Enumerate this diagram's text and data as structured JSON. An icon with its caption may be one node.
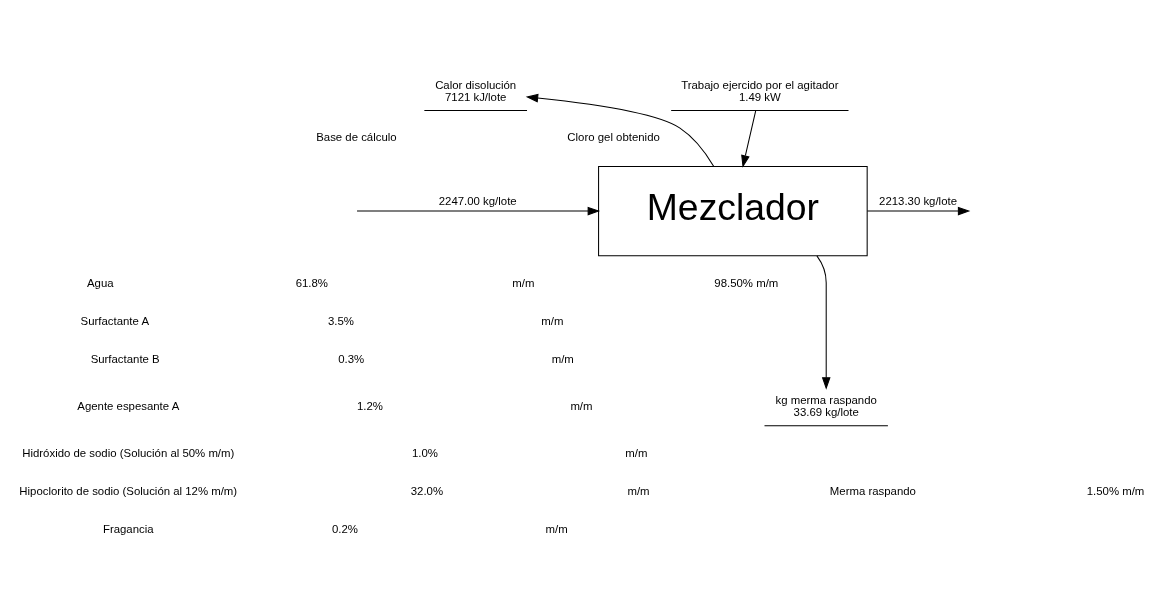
{
  "diagram": {
    "nodes": [
      {
        "text": [
          "Mezclador"
        ]
      },
      {
        "text": [
          "Calor disolución",
          "7121 kJ/lote"
        ]
      },
      {
        "text": [
          "Trabajo ejercido por el agitador",
          "1.49 kW"
        ]
      },
      {
        "text": [
          "kg merma raspando",
          "33.69 kg/lote"
        ]
      }
    ],
    "edges": [
      {
        "from": null,
        "to": 0,
        "arrow": "to",
        "label": "2247.00 kg/lote"
      },
      {
        "from": 0,
        "to": 1,
        "arrow": "to"
      },
      {
        "from": 2,
        "to": 0,
        "arrow": "to"
      },
      {
        "from": 0,
        "to": null,
        "arrow": "to",
        "label": "2213.30 kg/lote"
      },
      {
        "from": 0,
        "to": 3,
        "arrow": "to"
      }
    ],
    "labels": [
      "Base de cálculo",
      "Cloro gel obtenido",
      "Agua",
      "61.8%",
      "m/m",
      "98.50% m/m",
      "Surfactante A",
      "3.5%",
      "m/m",
      "Surfactante B",
      "0.3%",
      "m/m",
      "Agente espesante A",
      "1.2%",
      "m/m",
      "Hidróxido de sodio (Solución al 50% m/m)",
      "1.0%",
      "m/m",
      "Hipoclorito de sodio (Solución al 12% m/m)",
      "32.0%",
      "m/m",
      "Merma raspando",
      "1.50% m/m",
      "Fragancia",
      "0.2%",
      "m/m"
    ]
  }
}
